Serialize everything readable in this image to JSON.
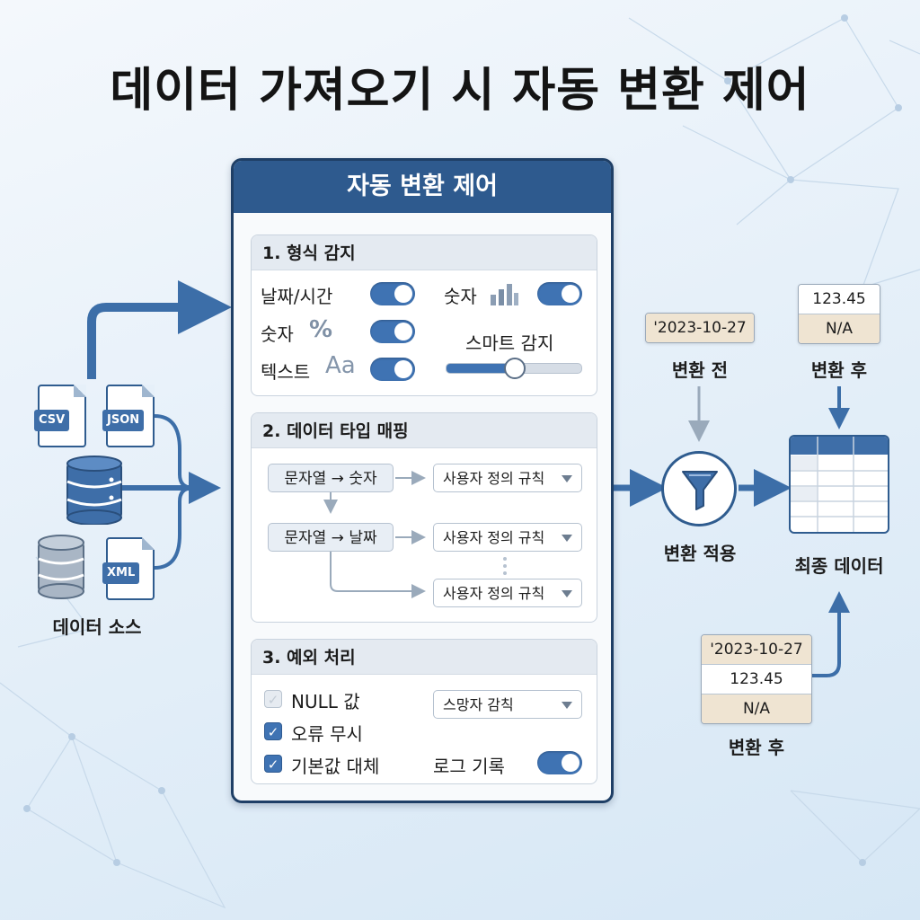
{
  "title": "데이터 가져오기 시 자동 변환 제어",
  "panel": {
    "header": "자동 변환 제어",
    "format_detection": {
      "heading": "1. 형식 감지",
      "date_time_label": "날짜/시간",
      "number_label": "숫자",
      "percent_label": "숫자",
      "percent_symbol": "%",
      "text_label": "텍스트",
      "text_symbol": "Aa",
      "smart_detect_label": "스마트 감지",
      "smart_detect_level": 0.5,
      "date_time_on": true,
      "number_on": true,
      "percent_on": true,
      "text_on": true
    },
    "type_mapping": {
      "heading": "2. 데이터 타입 매핑",
      "rows": [
        {
          "from": "문자열 → 숫자",
          "rule": "사용자 정의 규칙"
        },
        {
          "from": "문자열 → 날짜",
          "rule": "사용자 정의 규칙"
        },
        {
          "from": "",
          "rule": "사용자 정의 규칙"
        }
      ]
    },
    "exceptions": {
      "heading": "3. 예외 처리",
      "null_label": "NULL 값",
      "null_checked": false,
      "ignore_errors_label": "오류 무시",
      "ignore_errors_checked": true,
      "default_replace_label": "기본값 대체",
      "default_replace_checked": true,
      "select_value": "스망자 감칙",
      "log_label": "로그 기록",
      "log_on": true
    }
  },
  "sources": {
    "caption": "데이터 소스",
    "csv": "CSV",
    "json": "JSON",
    "xml": "XML"
  },
  "before": {
    "caption": "변환 전",
    "value": "'2023-10-27"
  },
  "after_top": {
    "caption": "변환 후",
    "values": [
      "123.45",
      "N/A"
    ]
  },
  "apply": {
    "caption": "변환 적용"
  },
  "final": {
    "caption": "최종 데이터"
  },
  "after_bottom": {
    "caption": "변환 후",
    "values": [
      "'2023-10-27",
      "123.45",
      "N/A"
    ]
  },
  "colors": {
    "accent": "#2e5a8e",
    "toggle": "#3f73b3",
    "arrow": "#3c6ea8",
    "tan": "#efe4d2"
  }
}
